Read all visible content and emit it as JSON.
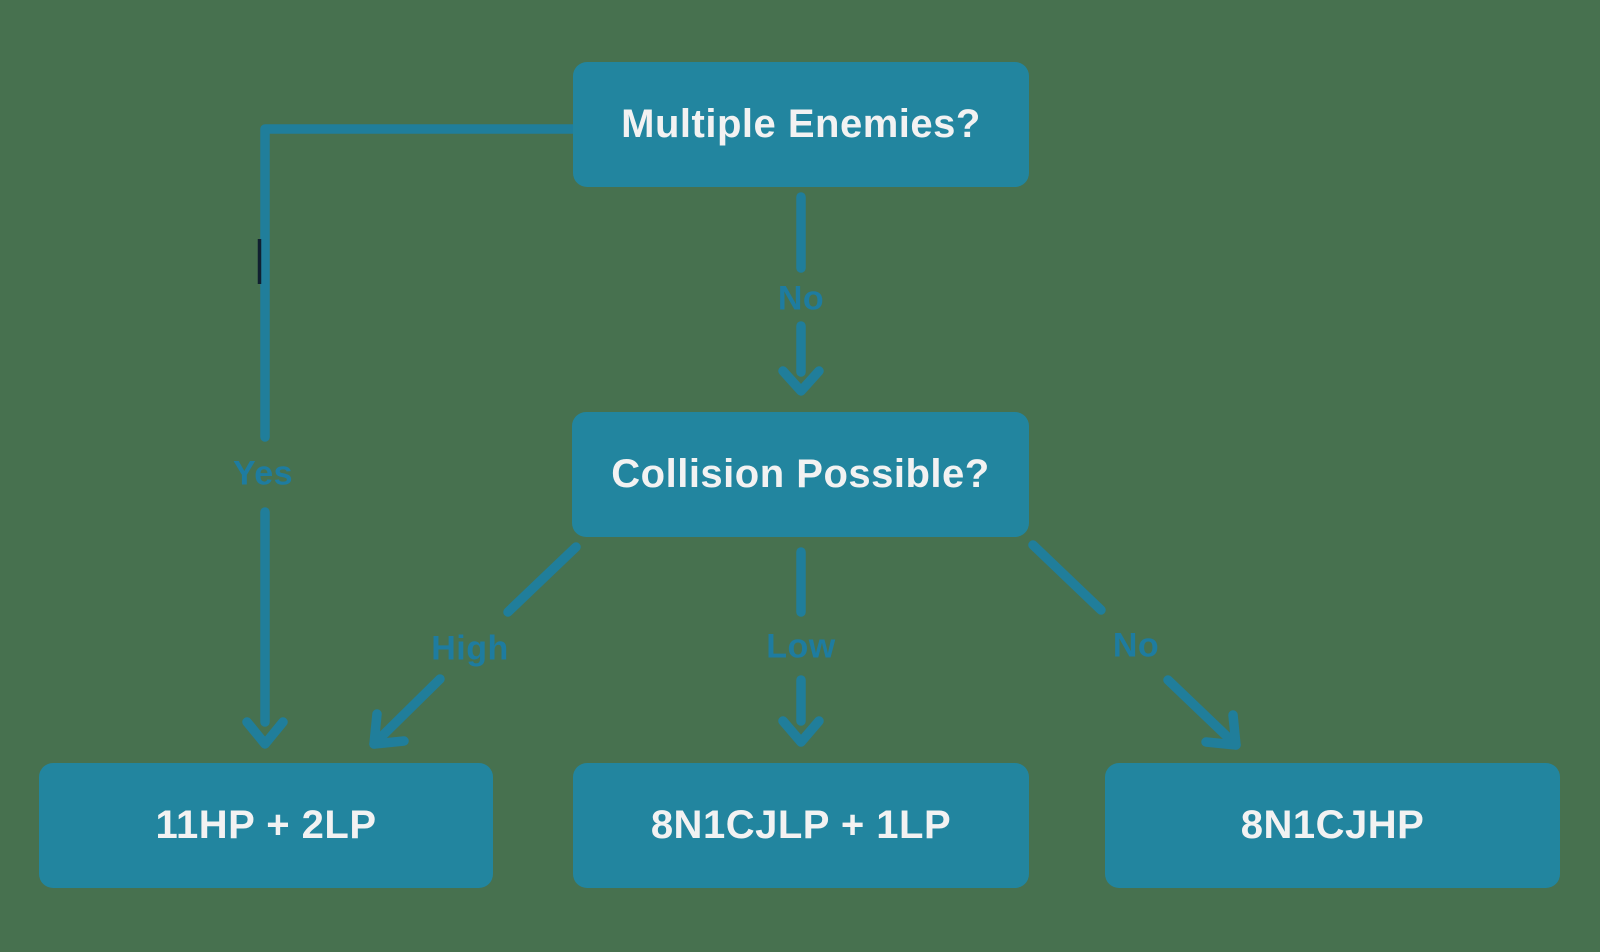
{
  "diagram": {
    "type": "flowchart",
    "nodes": {
      "multiple_enemies": {
        "label": "Multiple Enemies?"
      },
      "collision_possible": {
        "label": "Collision Possible?"
      },
      "outcome_left": {
        "label": "11HP + 2LP"
      },
      "outcome_middle": {
        "label": "8N1CJLP + 1LP"
      },
      "outcome_right": {
        "label": "8N1CJHP"
      }
    },
    "edges": {
      "no": {
        "label": "No",
        "from": "multiple_enemies",
        "to": "collision_possible"
      },
      "yes": {
        "label": "Yes",
        "from": "multiple_enemies",
        "to": "outcome_left"
      },
      "high": {
        "label": "High",
        "from": "collision_possible",
        "to": "outcome_left"
      },
      "low": {
        "label": "Low",
        "from": "collision_possible",
        "to": "outcome_middle"
      },
      "no_collision": {
        "label": "No",
        "from": "collision_possible",
        "to": "outcome_right"
      }
    },
    "colors": {
      "background": "#47714F",
      "node_fill": "#22859F",
      "node_text": "#F2F2F2",
      "connector": "#207E9B",
      "edge_label": "#1E7CA0"
    }
  }
}
